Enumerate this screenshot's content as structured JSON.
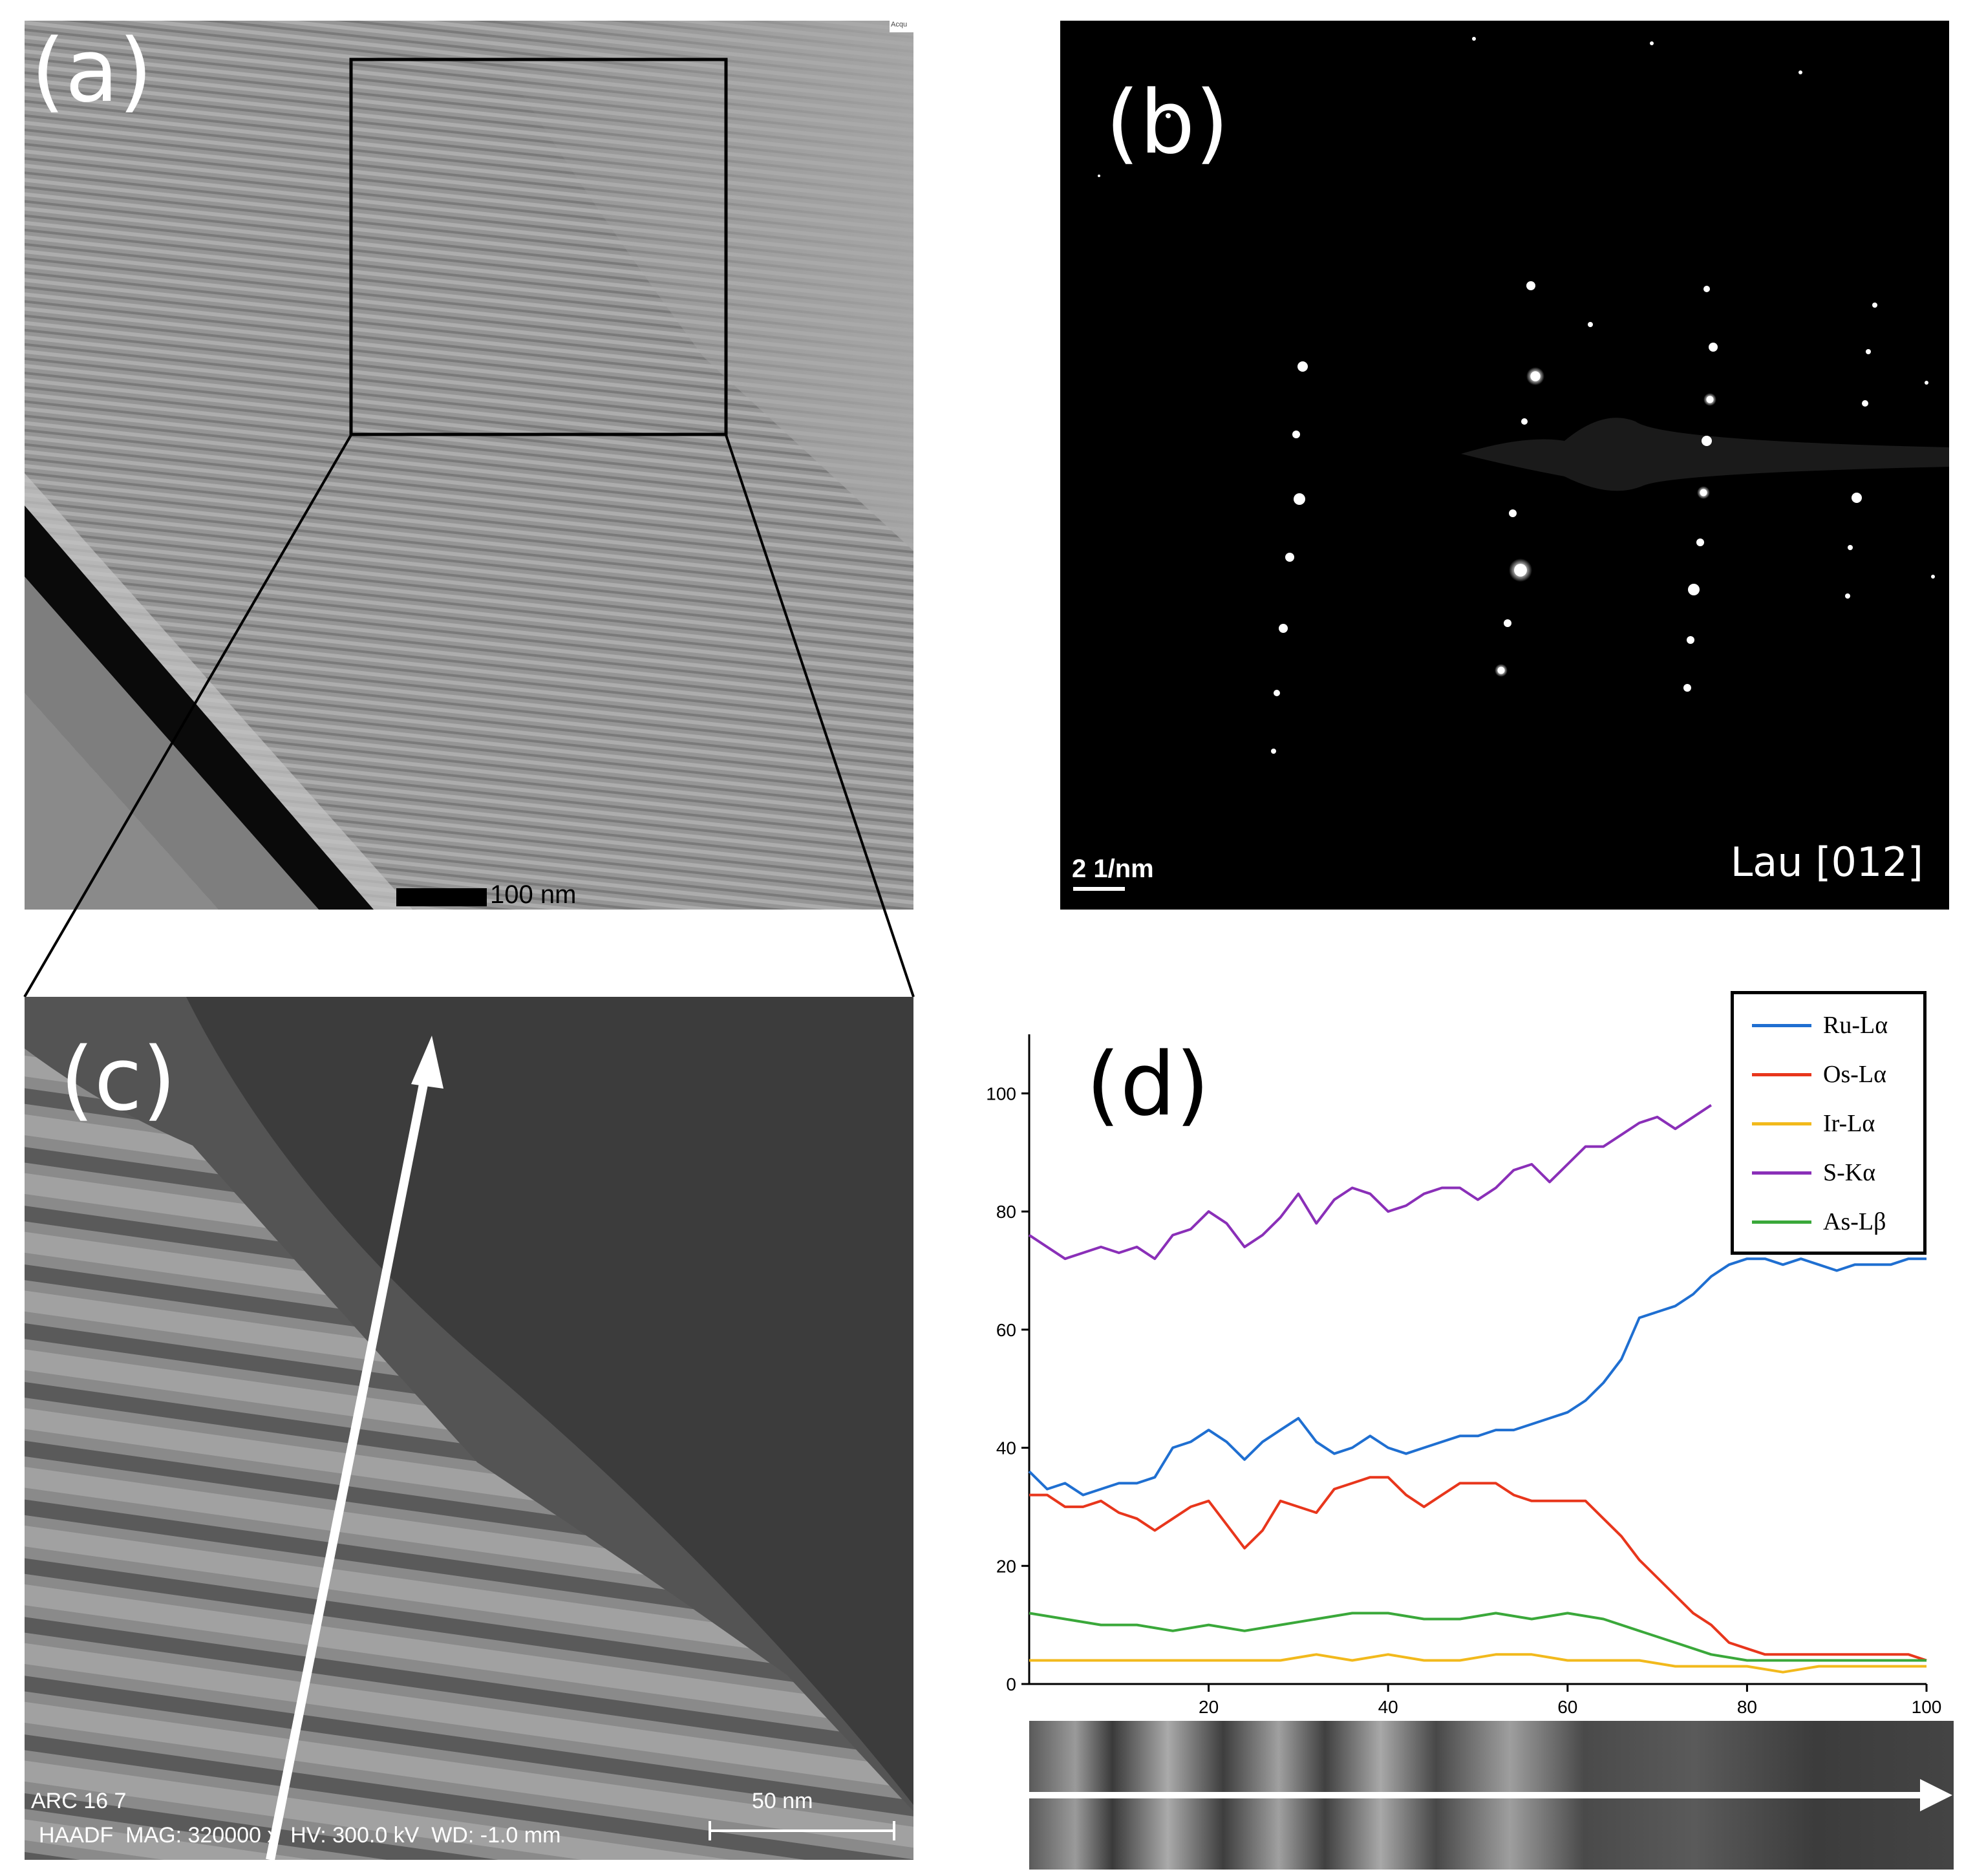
{
  "panel_a": {
    "label": "(a)",
    "scale_bar": "100 nm",
    "corner_tag": "Acqu"
  },
  "panel_b": {
    "label": "(b)",
    "scale_bar": "2 1/nm",
    "zone_axis": "Lau [012]"
  },
  "panel_c": {
    "label": "(c)",
    "scale_bar": "50 nm",
    "sample_id": "ARC 16 7",
    "acquisition_info": "HAADF  MAG: 320000 x  HV: 300.0 kV  WD: -1.0 mm"
  },
  "panel_d": {
    "label": "(d)",
    "colors": {
      "ru": "#1f6fd1",
      "os": "#e8361c",
      "ir": "#f2b91c",
      "s": "#8a2fb8",
      "as": "#3aa83a"
    },
    "chart_data": {
      "type": "line",
      "xlim": [
        0,
        100
      ],
      "ylim": [
        0,
        110
      ],
      "xticks": [
        "20",
        "40",
        "60",
        "80",
        "100"
      ],
      "yticks": [
        "0",
        "20",
        "40",
        "60",
        "80",
        "100"
      ],
      "legend_position": "top-right",
      "series": [
        {
          "name": "Ru-Lα",
          "key": "ru",
          "x": [
            0,
            2,
            4,
            6,
            8,
            10,
            12,
            14,
            16,
            18,
            20,
            22,
            24,
            26,
            28,
            30,
            32,
            34,
            36,
            38,
            40,
            42,
            44,
            46,
            48,
            50,
            52,
            54,
            56,
            58,
            60,
            62,
            64,
            66,
            68,
            70,
            72,
            74,
            76,
            78,
            80,
            82,
            84,
            86,
            88,
            90,
            92,
            94,
            96,
            98,
            100
          ],
          "y": [
            36,
            33,
            34,
            32,
            33,
            34,
            34,
            35,
            40,
            41,
            43,
            41,
            38,
            41,
            43,
            45,
            41,
            39,
            40,
            42,
            40,
            39,
            40,
            41,
            42,
            42,
            43,
            43,
            44,
            45,
            46,
            48,
            51,
            55,
            62,
            63,
            64,
            66,
            69,
            71,
            72,
            72,
            71,
            72,
            71,
            70,
            71,
            71,
            71,
            72,
            72
          ]
        },
        {
          "name": "Os-Lα",
          "key": "os",
          "x": [
            0,
            2,
            4,
            6,
            8,
            10,
            12,
            14,
            16,
            18,
            20,
            22,
            24,
            26,
            28,
            30,
            32,
            34,
            36,
            38,
            40,
            42,
            44,
            46,
            48,
            50,
            52,
            54,
            56,
            58,
            60,
            62,
            64,
            66,
            68,
            70,
            72,
            74,
            76,
            78,
            80,
            82,
            84,
            86,
            88,
            90,
            92,
            94,
            96,
            98,
            100
          ],
          "y": [
            32,
            32,
            30,
            30,
            31,
            29,
            28,
            26,
            28,
            30,
            31,
            27,
            23,
            26,
            31,
            30,
            29,
            33,
            34,
            35,
            35,
            32,
            30,
            32,
            34,
            34,
            34,
            32,
            31,
            31,
            31,
            31,
            28,
            25,
            21,
            18,
            15,
            12,
            10,
            7,
            6,
            5,
            5,
            5,
            5,
            5,
            5,
            5,
            5,
            5,
            4
          ]
        },
        {
          "name": "Ir-Lα",
          "key": "ir",
          "x": [
            0,
            4,
            8,
            12,
            16,
            20,
            24,
            28,
            32,
            36,
            40,
            44,
            48,
            52,
            56,
            60,
            64,
            68,
            72,
            76,
            80,
            84,
            88,
            92,
            96,
            100
          ],
          "y": [
            4,
            4,
            4,
            4,
            4,
            4,
            4,
            4,
            5,
            4,
            5,
            4,
            4,
            5,
            5,
            4,
            4,
            4,
            3,
            3,
            3,
            2,
            3,
            3,
            3,
            3
          ]
        },
        {
          "name": "S-Kα",
          "key": "s",
          "x": [
            0,
            2,
            4,
            6,
            8,
            10,
            12,
            14,
            16,
            18,
            20,
            22,
            24,
            26,
            28,
            30,
            32,
            34,
            36,
            38,
            40,
            42,
            44,
            46,
            48,
            50,
            52,
            54,
            56,
            58,
            60,
            62,
            64,
            66,
            68,
            70,
            72,
            74,
            76
          ],
          "y": [
            76,
            74,
            72,
            73,
            74,
            73,
            74,
            72,
            76,
            77,
            80,
            78,
            74,
            76,
            79,
            83,
            78,
            82,
            84,
            83,
            80,
            81,
            83,
            84,
            84,
            82,
            84,
            87,
            88,
            85,
            88,
            91,
            91,
            93,
            95,
            96,
            94,
            96,
            98
          ]
        },
        {
          "name": "As-Lβ",
          "key": "as",
          "x": [
            0,
            4,
            8,
            12,
            16,
            20,
            24,
            28,
            32,
            36,
            40,
            44,
            48,
            52,
            56,
            60,
            64,
            68,
            72,
            76,
            80,
            84,
            88,
            92,
            96,
            100
          ],
          "y": [
            12,
            11,
            10,
            10,
            9,
            10,
            9,
            10,
            11,
            12,
            12,
            11,
            11,
            12,
            11,
            12,
            11,
            9,
            7,
            5,
            4,
            4,
            4,
            4,
            4,
            4
          ]
        }
      ]
    }
  }
}
